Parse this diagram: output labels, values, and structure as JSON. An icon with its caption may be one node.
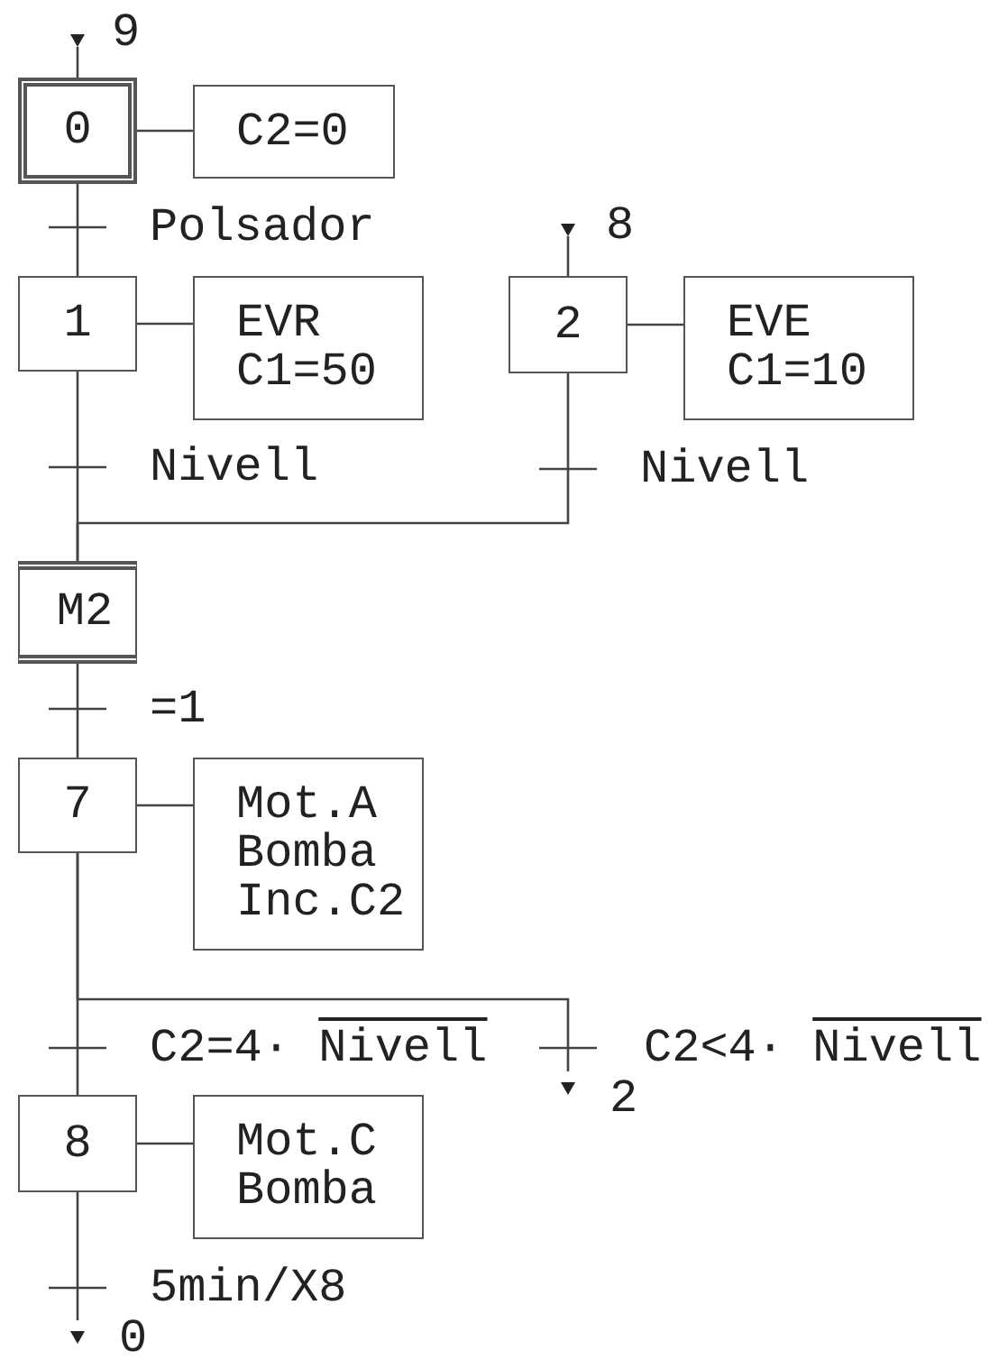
{
  "diagram": {
    "nodes": [
      {
        "text": [
          "0"
        ]
      },
      {
        "text": [
          "C2=0"
        ]
      },
      {
        "text": [
          "1"
        ]
      },
      {
        "text": [
          "EVR C1=50"
        ]
      },
      {
        "text": [
          "2"
        ]
      },
      {
        "text": [
          "EVE C1=10"
        ]
      },
      {
        "text": [
          "M2"
        ]
      },
      {
        "text": [
          "7"
        ]
      },
      {
        "text": [
          "Mot.A Bomba Inc.C2"
        ]
      },
      {
        "text": [
          "8"
        ]
      },
      {
        "text": [
          "Mot.C Bomba"
        ]
      }
    ],
    "edges": [
      {
        "from": 0,
        "to": null,
        "arrow": "to"
      },
      {
        "from": 0,
        "to": 1,
        "arrow": "none"
      },
      {
        "from": 0,
        "to": 2,
        "arrow": "none",
        "label": "Polsador"
      },
      {
        "from": 2,
        "to": 3,
        "arrow": "none"
      },
      {
        "from": 4,
        "to": 5,
        "arrow": "none"
      },
      {
        "from": 4,
        "to": null,
        "arrow": "to"
      },
      {
        "from": 2,
        "to": 6,
        "arrow": "none",
        "label": "Nivell"
      },
      {
        "from": 4,
        "to": 6,
        "arrow": "none",
        "label": "Nivell"
      },
      {
        "from": 6,
        "to": 7,
        "arrow": "none",
        "label": "=1"
      },
      {
        "from": 7,
        "to": 8,
        "arrow": "none"
      },
      {
        "from": 7,
        "to": 9,
        "arrow": "none",
        "label": "C2=4· Nivell"
      },
      {
        "from": 7,
        "to": null,
        "arrow": "to",
        "label": "C2<4· Nivell"
      },
      {
        "from": 9,
        "to": 10,
        "arrow": "none"
      },
      {
        "from": 9,
        "to": null,
        "arrow": "to",
        "label": "5min/X8"
      }
    ],
    "labels": [
      "9",
      "8",
      "2",
      "0"
    ]
  }
}
